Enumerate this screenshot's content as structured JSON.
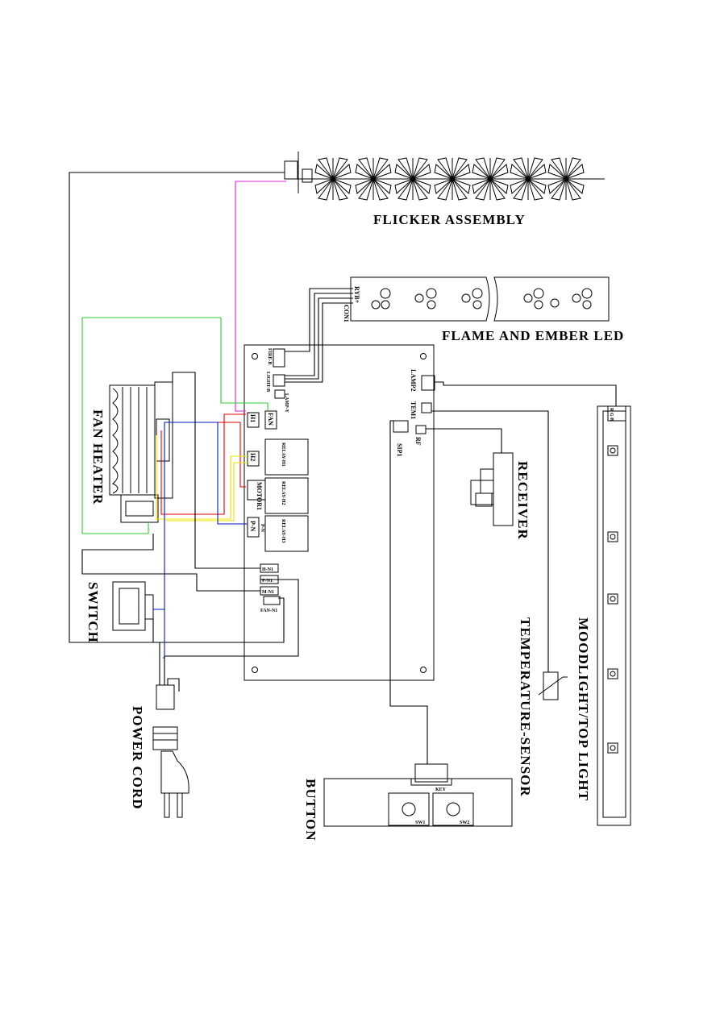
{
  "labels": {
    "flicker_assembly": "FLICKER ASSEMBLY",
    "flame_ember_led": "FLAME AND EMBER LED",
    "fan_heater": "FAN HEATER",
    "switch": "SWITCH",
    "power_cord": "POWER CORD",
    "button": "BUTTON",
    "receiver": "RECEIVER",
    "temperature_sensor": "TEMPERATURE-SENSOR",
    "moodlight": "MOODLIGHT/TOP LIGHT"
  },
  "board": {
    "con1": "CON1",
    "led_pins": "RYB+",
    "fire_b": "FIRE-B",
    "light_b": "LIGHT-B",
    "lamp_y": "LAMP-Y",
    "lamp2": "LAMP2",
    "tem1": "TEM1",
    "rf": "RF",
    "sip1": "SIP1",
    "fan": "FAN",
    "h1": "H1",
    "h2": "H2",
    "motor1": "MOTOR1",
    "p_n": "P-N",
    "p_n_small": "P-N",
    "relay_h1": "RELAY-H1",
    "relay_h2": "RELAY-H2",
    "relay_h3": "RELAY-H3",
    "h_n1": "H-N1",
    "p_n1": "P-N1",
    "m_n1": "M-N1",
    "fan_n1": "FAN-N1"
  },
  "button_pcb": {
    "sw1": "SW1",
    "sw2": "SW2",
    "key_label": "KEY"
  },
  "moodlight_pcb": {
    "header": "R G B"
  },
  "wire_colors": {
    "magenta": "#d81fd8",
    "green": "#2ecc2e",
    "red": "#e00000",
    "blue": "#0018c8",
    "yellow": "#f0e000",
    "black": "#000000"
  }
}
